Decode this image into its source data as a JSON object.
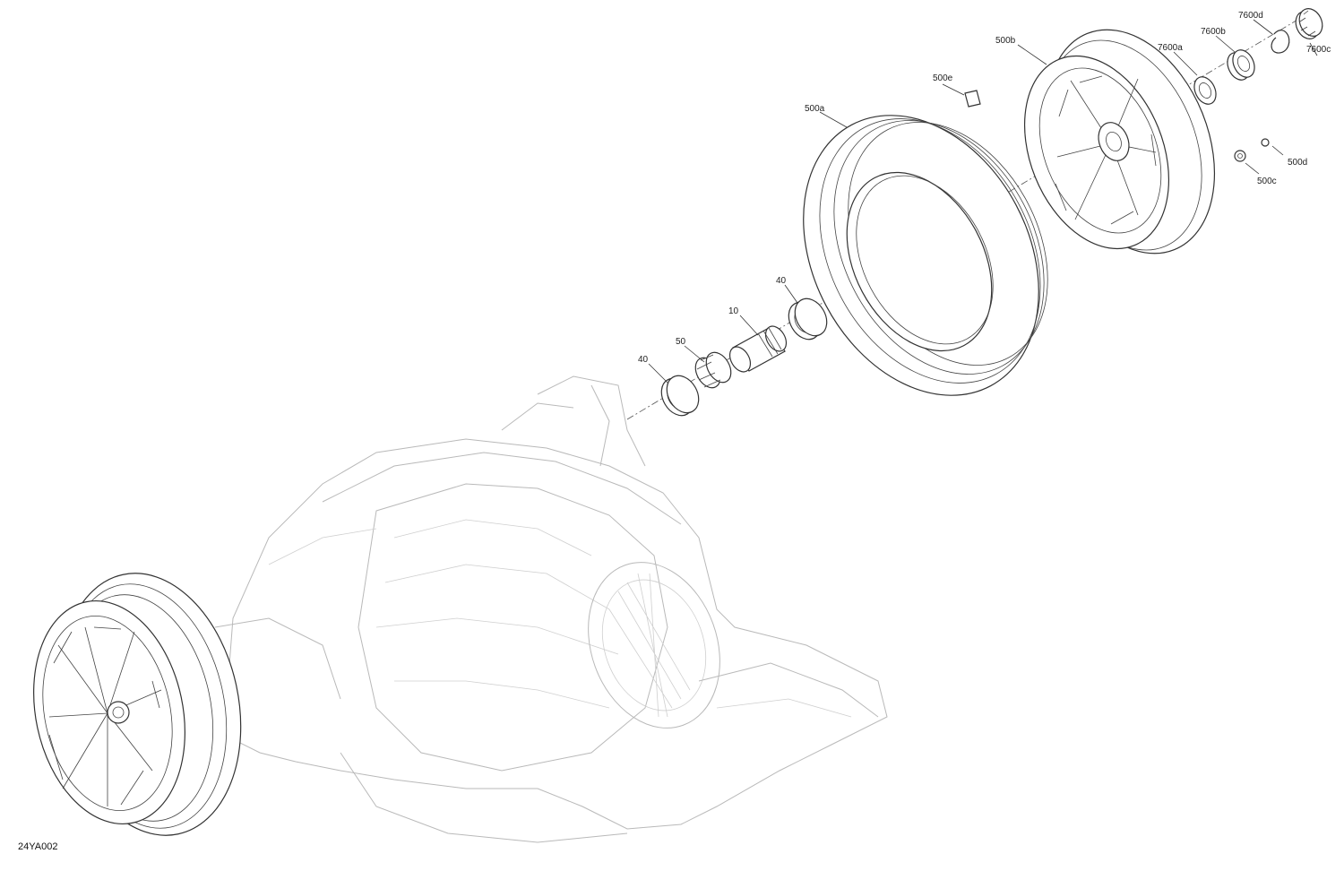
{
  "figure_code": "24YA002",
  "callouts": {
    "c_7600d": "7600d",
    "c_7600b": "7600b",
    "c_7600a": "7600a",
    "c_7600c": "7600c",
    "c_500b": "500b",
    "c_500e": "500e",
    "c_500a": "500a",
    "c_500d": "500d",
    "c_500c": "500c",
    "c_40_upper": "40",
    "c_10": "10",
    "c_50": "50",
    "c_40_lower": "40"
  },
  "colors": {
    "line": "#333333",
    "ghost": "#b9b9b9",
    "background": "#ffffff"
  }
}
